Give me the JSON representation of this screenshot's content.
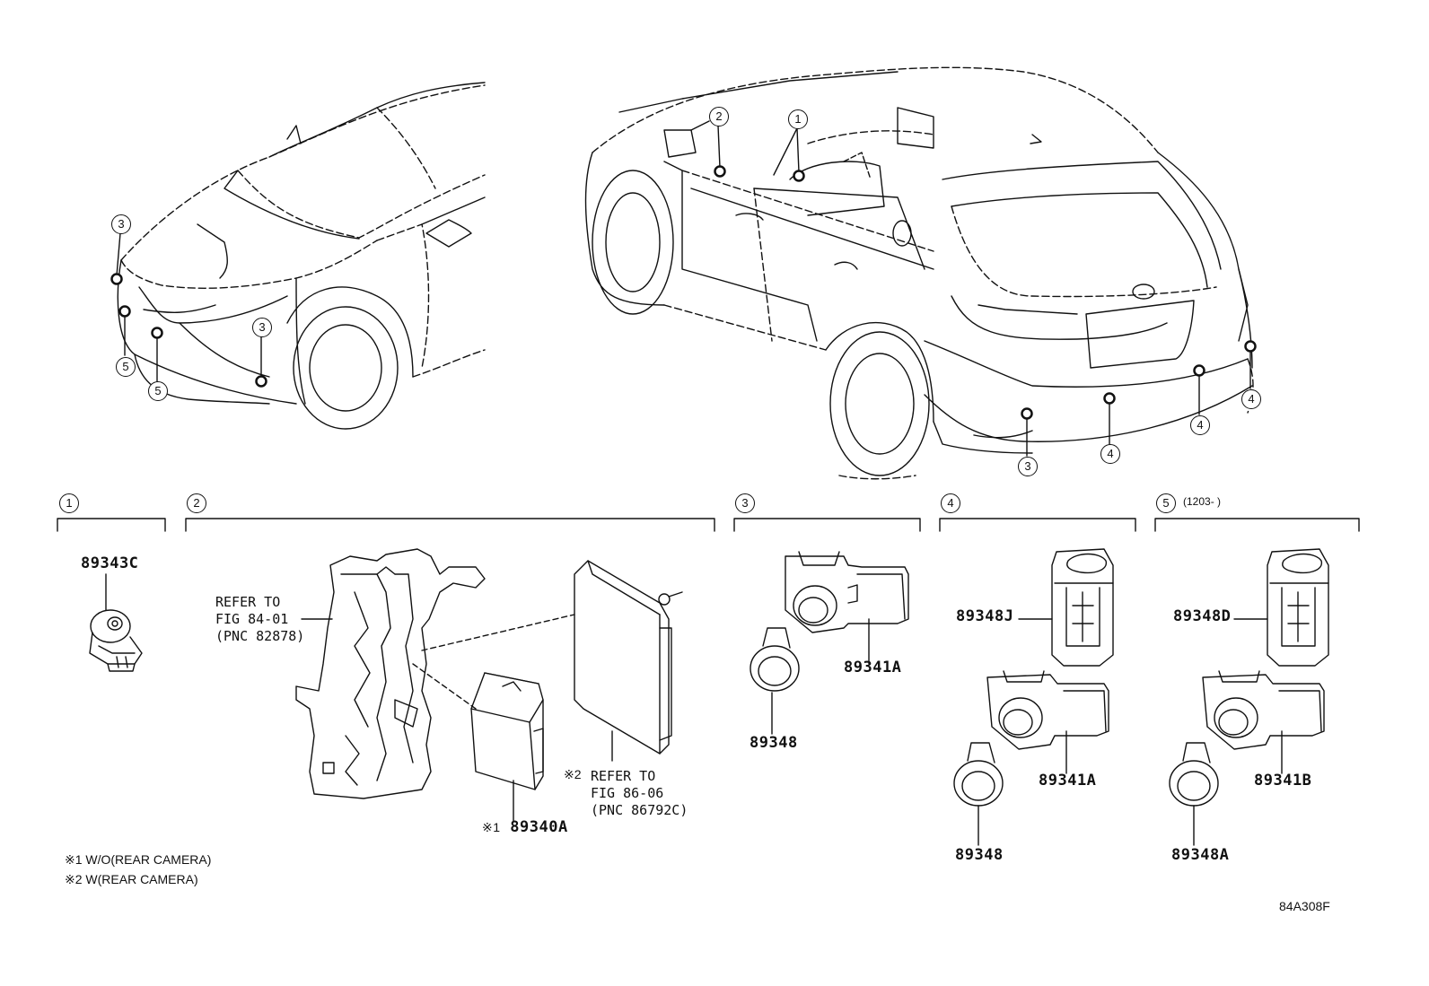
{
  "callouts": {
    "c1": "1",
    "c2": "2",
    "c3": "3",
    "c4": "4",
    "c5": "5"
  },
  "sections": [
    {
      "num": "1"
    },
    {
      "num": "2"
    },
    {
      "num": "3"
    },
    {
      "num": "4"
    },
    {
      "num": "5",
      "range": "(1203-      )"
    }
  ],
  "parts": {
    "p89343C": "89343C",
    "p89340A": "89340A",
    "p89341A_a": "89341A",
    "p89348_a": "89348",
    "p89348J": "89348J",
    "p89341A_b": "89341A",
    "p89348_b": "89348",
    "p89348D": "89348D",
    "p89341B": "89341B",
    "p89348A": "89348A"
  },
  "references": {
    "ref_a": "REFER TO\nFIG 84-01\n(PNC 82878)",
    "ref_b": "REFER TO\nFIG 86-06\n(PNC 86792C)",
    "mark1": "※1",
    "mark2": "※2"
  },
  "notes": {
    "n1": "※1 W/O(REAR CAMERA)",
    "n2": "※2 W(REAR CAMERA)"
  },
  "figure_code": "84A308F"
}
